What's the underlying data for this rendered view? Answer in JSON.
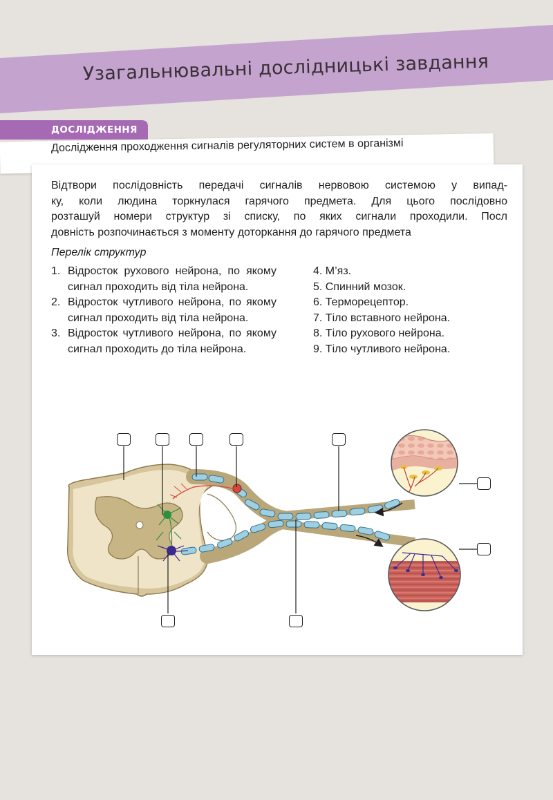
{
  "header": {
    "title": "Узагальнювальні дослідницькі завдання",
    "band_color": "#c4a3cf"
  },
  "section": {
    "tag": "ДОСЛІДЖЕННЯ",
    "tag_color": "#a56ab3",
    "subtitle": "Дослідження проходження сигналів регуляторних систем в організмі"
  },
  "task": {
    "intro_lines": [
      "Відтвори послідовність передачі сигналів нервовою системою у випад-",
      "ку, коли людина торкнулася гарячого предмета. Для цього послідовно",
      "розташуй номери структур зі списку, по яких сигнали проходили. Посл",
      "довність розпочинається з моменту доторкання до гарячого предмета"
    ],
    "list_heading": "Перелік структур",
    "list_left": [
      {
        "num": "1.",
        "text": "Відросток рухового нейрона, по якому сигнал проходить від тіла нейрона."
      },
      {
        "num": "2.",
        "text": "Відросток чутливого нейрона, по якому сигнал проходить від тіла нейрона."
      },
      {
        "num": "3.",
        "text": "Відросток чутливого нейрона, по якому сигнал проходить до тіла нейрона."
      }
    ],
    "list_right": [
      "4. М’яз.",
      "5. Спинний мозок.",
      "6. Терморецептор.",
      "7. Тіло вставного нейрона.",
      "8. Тіло рухового нейрона.",
      "9. Тіло чутливого нейрона."
    ]
  },
  "diagram": {
    "answer_box_count": 9
  }
}
